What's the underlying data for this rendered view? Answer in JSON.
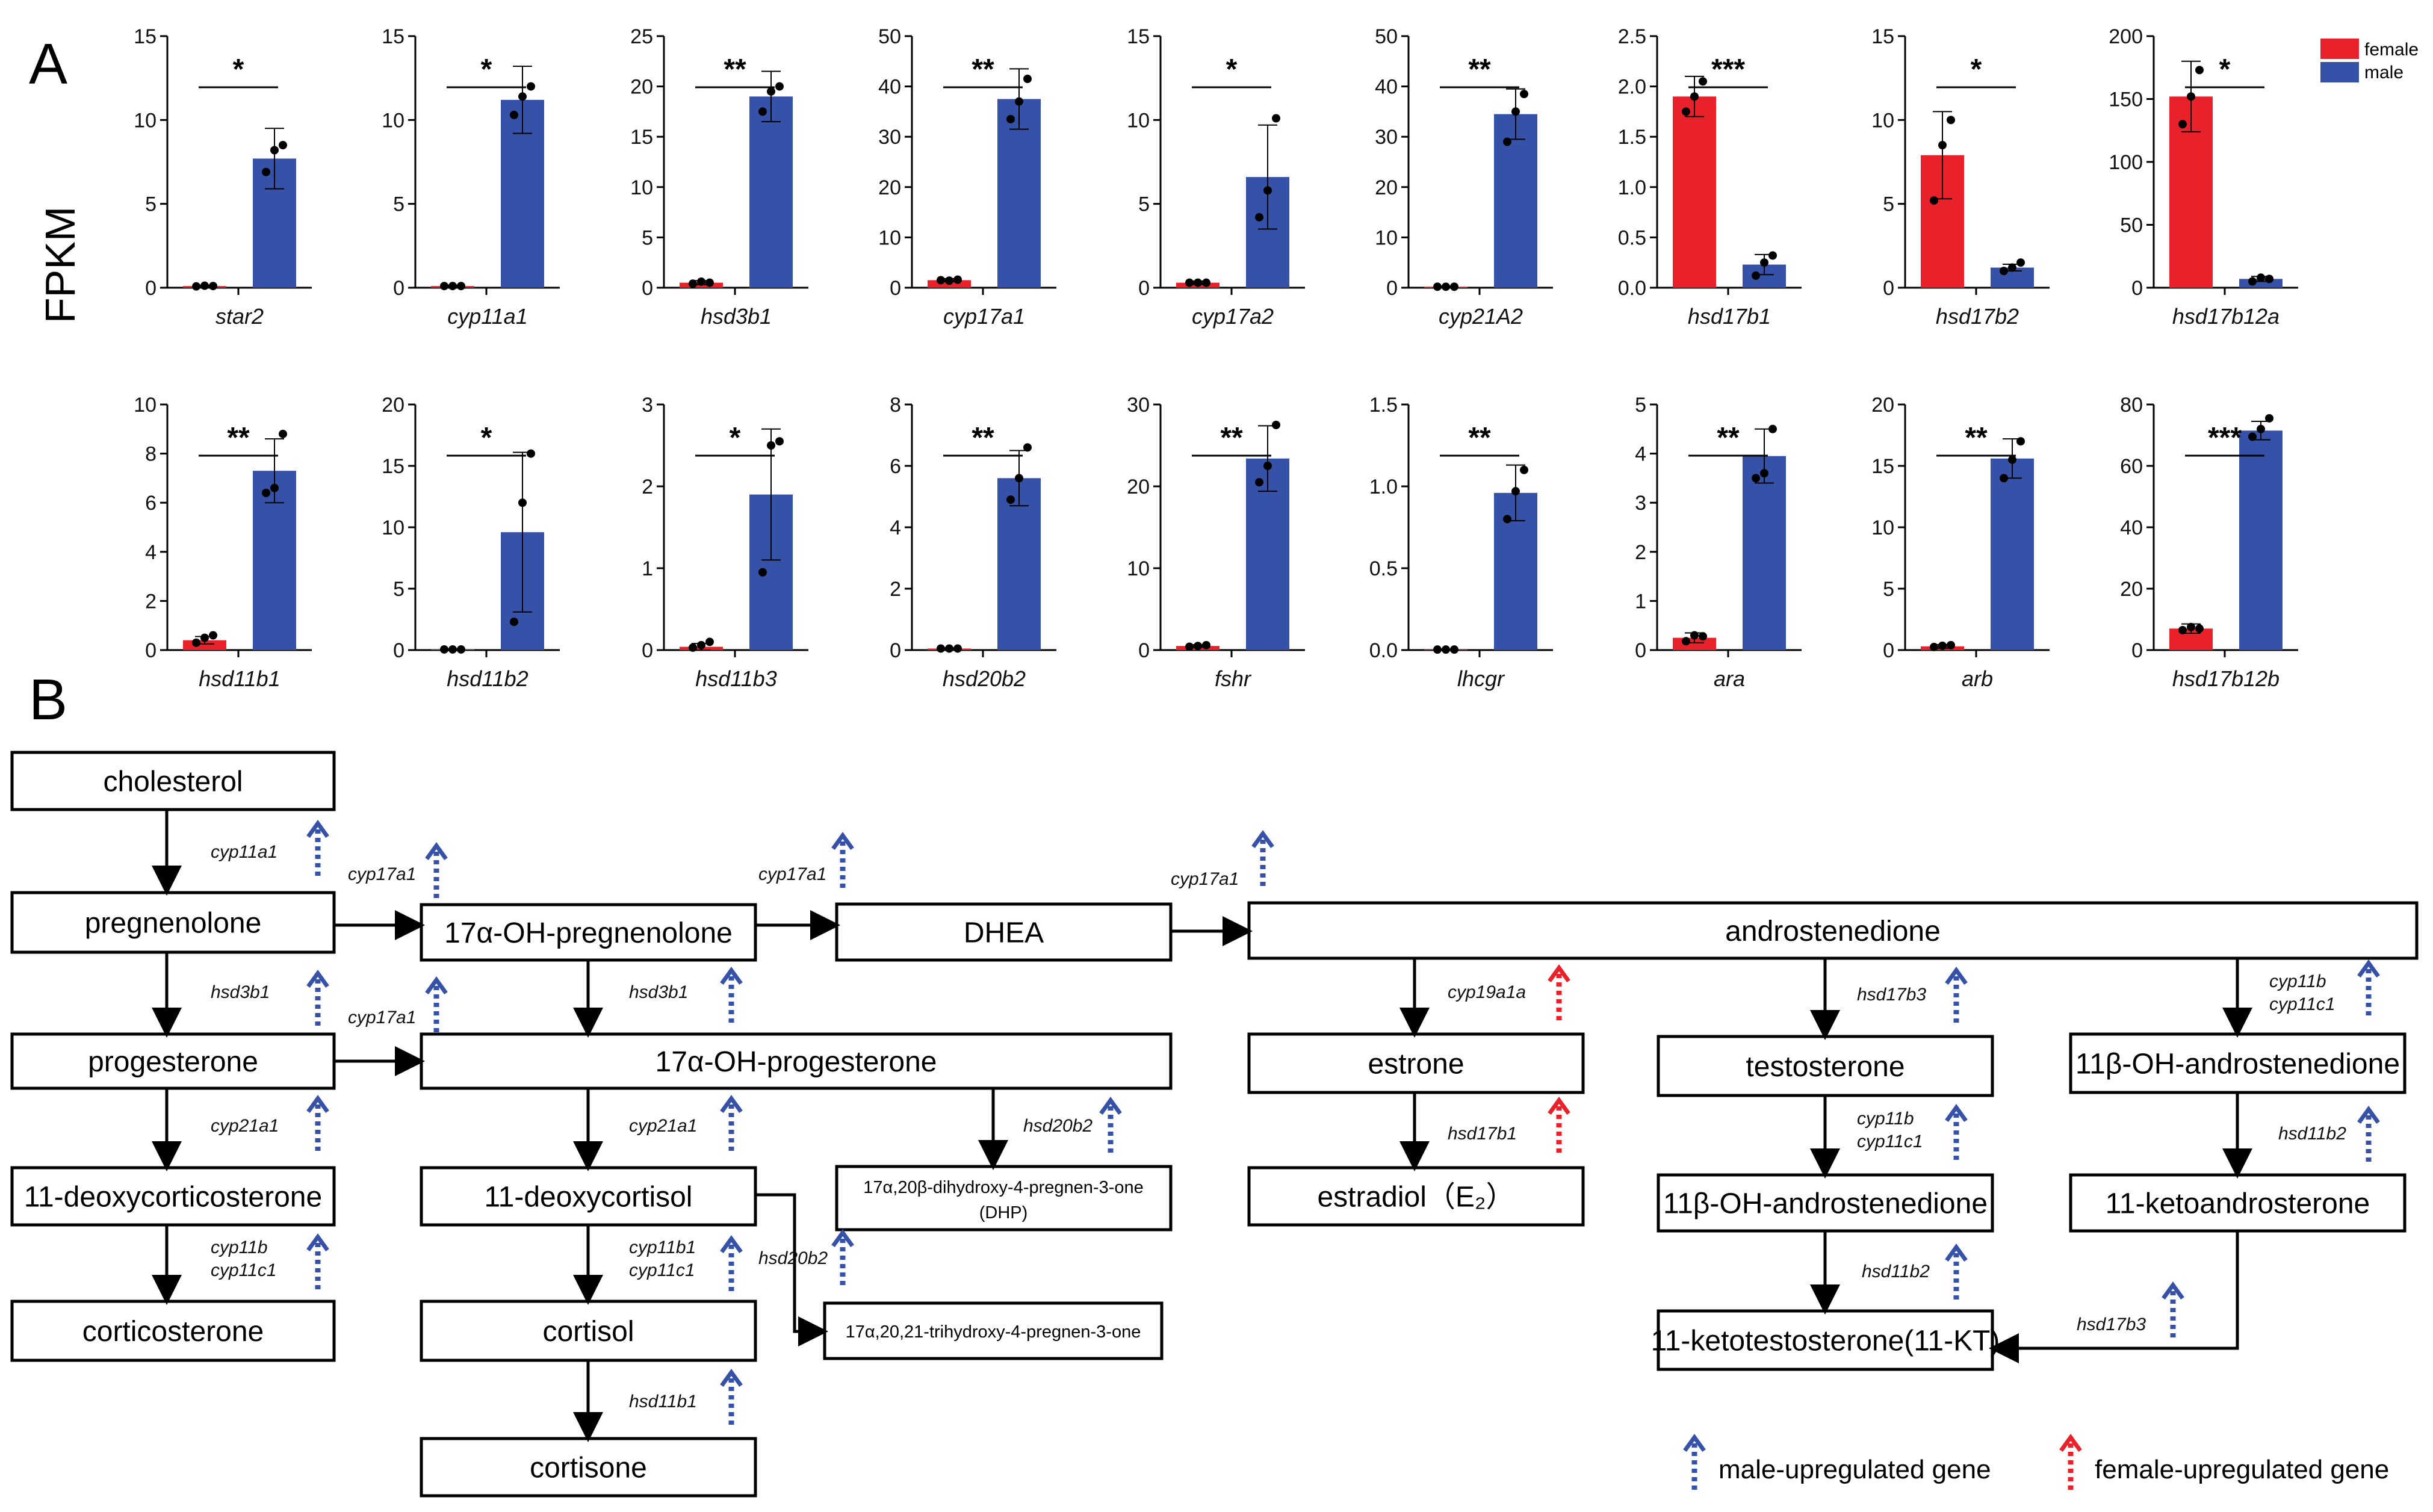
{
  "panel_a_label": "A",
  "panel_b_label": "B",
  "y_axis_label": "FPKM",
  "colors": {
    "female": "#e8212a",
    "male": "#3651a8",
    "dot": "#000000"
  },
  "legend": {
    "female": "female",
    "male": "male"
  },
  "chart_data": [
    {
      "type": "bar",
      "gene": "star2",
      "categories": [
        "female",
        "male"
      ],
      "values": [
        0.1,
        7.7
      ],
      "points": [
        [
          0.08,
          0.12,
          0.1
        ],
        [
          6.9,
          8.2,
          8.5
        ]
      ],
      "sd": [
        0.05,
        1.8
      ],
      "ylim": [
        0,
        15
      ],
      "yticks": [
        0,
        5,
        10,
        15
      ],
      "sig": "*"
    },
    {
      "type": "bar",
      "gene": "cyp11a1",
      "categories": [
        "female",
        "male"
      ],
      "values": [
        0.1,
        11.2
      ],
      "points": [
        [
          0.1,
          0.1,
          0.1
        ],
        [
          10.3,
          11.4,
          12.0
        ]
      ],
      "sd": [
        0.05,
        2.0
      ],
      "ylim": [
        0,
        15
      ],
      "yticks": [
        0,
        5,
        10,
        15
      ],
      "sig": "*"
    },
    {
      "type": "bar",
      "gene": "hsd3b1",
      "categories": [
        "female",
        "male"
      ],
      "values": [
        0.5,
        19.0
      ],
      "points": [
        [
          0.4,
          0.6,
          0.5
        ],
        [
          17.5,
          19.5,
          20.0
        ]
      ],
      "sd": [
        0.2,
        2.5
      ],
      "ylim": [
        0,
        25
      ],
      "yticks": [
        0,
        5,
        10,
        15,
        20,
        25
      ],
      "sig": "**"
    },
    {
      "type": "bar",
      "gene": "cyp17a1",
      "categories": [
        "female",
        "male"
      ],
      "values": [
        1.5,
        37.5
      ],
      "points": [
        [
          1.5,
          1.4,
          1.6
        ],
        [
          33.5,
          37.0,
          41.5
        ]
      ],
      "sd": [
        0.3,
        6.0
      ],
      "ylim": [
        0,
        50
      ],
      "yticks": [
        0,
        10,
        20,
        30,
        40,
        50
      ],
      "sig": "**"
    },
    {
      "type": "bar",
      "gene": "cyp17a2",
      "categories": [
        "female",
        "male"
      ],
      "values": [
        0.3,
        6.6
      ],
      "points": [
        [
          0.3,
          0.3,
          0.3
        ],
        [
          4.2,
          5.8,
          10.1
        ]
      ],
      "sd": [
        0.1,
        3.1
      ],
      "ylim": [
        0,
        15
      ],
      "yticks": [
        0,
        5,
        10,
        15
      ],
      "sig": "*"
    },
    {
      "type": "bar",
      "gene": "cyp21A2",
      "categories": [
        "female",
        "male"
      ],
      "values": [
        0.2,
        34.5
      ],
      "points": [
        [
          0.2,
          0.2,
          0.2
        ],
        [
          29.0,
          35.0,
          38.5
        ]
      ],
      "sd": [
        0.1,
        5.0
      ],
      "ylim": [
        0,
        50
      ],
      "yticks": [
        0,
        10,
        20,
        30,
        40,
        50
      ],
      "sig": "**"
    },
    {
      "type": "bar",
      "gene": "hsd17b1",
      "categories": [
        "female",
        "male"
      ],
      "values": [
        1.9,
        0.23
      ],
      "points": [
        [
          1.75,
          1.9,
          2.05
        ],
        [
          0.12,
          0.25,
          0.32
        ]
      ],
      "sd": [
        0.2,
        0.1
      ],
      "ylim": [
        0,
        2.5
      ],
      "yticks": [
        0.0,
        0.5,
        1.0,
        1.5,
        2.0,
        2.5
      ],
      "sig": "***"
    },
    {
      "type": "bar",
      "gene": "hsd17b2",
      "categories": [
        "female",
        "male"
      ],
      "values": [
        7.9,
        1.2
      ],
      "points": [
        [
          5.2,
          8.5,
          10.0
        ],
        [
          1.0,
          1.2,
          1.5
        ]
      ],
      "sd": [
        2.6,
        0.2
      ],
      "ylim": [
        0,
        15
      ],
      "yticks": [
        0,
        5,
        10,
        15
      ],
      "sig": "*"
    },
    {
      "type": "bar",
      "gene": "hsd17b12a",
      "categories": [
        "female",
        "male"
      ],
      "values": [
        152,
        7
      ],
      "points": [
        [
          130,
          152,
          173
        ],
        [
          5,
          8,
          7
        ]
      ],
      "sd": [
        28,
        2
      ],
      "ylim": [
        0,
        200
      ],
      "yticks": [
        0,
        50,
        100,
        150,
        200
      ],
      "sig": "*"
    },
    {
      "type": "bar",
      "gene": "hsd11b1",
      "categories": [
        "female",
        "male"
      ],
      "values": [
        0.4,
        7.3
      ],
      "points": [
        [
          0.3,
          0.5,
          0.6
        ],
        [
          6.4,
          6.6,
          8.8
        ]
      ],
      "sd": [
        0.15,
        1.3
      ],
      "ylim": [
        0,
        10
      ],
      "yticks": [
        0,
        2,
        4,
        6,
        8,
        10
      ],
      "sig": "**"
    },
    {
      "type": "bar",
      "gene": "hsd11b2",
      "categories": [
        "female",
        "male"
      ],
      "values": [
        0.05,
        9.6
      ],
      "points": [
        [
          0.05,
          0.05,
          0.05
        ],
        [
          2.3,
          12.0,
          16.0
        ]
      ],
      "sd": [
        0.02,
        6.5
      ],
      "ylim": [
        0,
        20
      ],
      "yticks": [
        0,
        5,
        10,
        15,
        20
      ],
      "sig": "*"
    },
    {
      "type": "bar",
      "gene": "hsd11b3",
      "categories": [
        "female",
        "male"
      ],
      "values": [
        0.04,
        1.9
      ],
      "points": [
        [
          0.03,
          0.06,
          0.1
        ],
        [
          0.95,
          2.5,
          2.55
        ]
      ],
      "sd": [
        0.04,
        0.8
      ],
      "ylim": [
        0,
        3
      ],
      "yticks": [
        0,
        1,
        2,
        3
      ],
      "sig": "*"
    },
    {
      "type": "bar",
      "gene": "hsd20b2",
      "categories": [
        "female",
        "male"
      ],
      "values": [
        0.05,
        5.6
      ],
      "points": [
        [
          0.05,
          0.05,
          0.05
        ],
        [
          4.9,
          5.6,
          6.6
        ]
      ],
      "sd": [
        0.02,
        0.9
      ],
      "ylim": [
        0,
        8
      ],
      "yticks": [
        0,
        2,
        4,
        6,
        8
      ],
      "sig": "**"
    },
    {
      "type": "bar",
      "gene": "fshr",
      "categories": [
        "female",
        "male"
      ],
      "values": [
        0.5,
        23.4
      ],
      "points": [
        [
          0.4,
          0.5,
          0.6
        ],
        [
          20.5,
          22.5,
          27.5
        ]
      ],
      "sd": [
        0.15,
        4.0
      ],
      "ylim": [
        0,
        30
      ],
      "yticks": [
        0,
        10,
        20,
        30
      ],
      "sig": "**"
    },
    {
      "type": "bar",
      "gene": "lhcgr",
      "categories": [
        "female",
        "male"
      ],
      "values": [
        0.003,
        0.96
      ],
      "points": [
        [
          0.003,
          0.003,
          0.003
        ],
        [
          0.8,
          0.97,
          1.1
        ]
      ],
      "sd": [
        0.001,
        0.17
      ],
      "ylim": [
        0,
        1.5
      ],
      "yticks": [
        0.0,
        0.5,
        1.0,
        1.5
      ],
      "sig": "**"
    },
    {
      "type": "bar",
      "gene": "ara",
      "categories": [
        "female",
        "male"
      ],
      "values": [
        0.25,
        3.95
      ],
      "points": [
        [
          0.18,
          0.3,
          0.28
        ],
        [
          3.5,
          3.6,
          4.5
        ]
      ],
      "sd": [
        0.1,
        0.55
      ],
      "ylim": [
        0,
        5
      ],
      "yticks": [
        0,
        1,
        2,
        3,
        4,
        5
      ],
      "sig": "**"
    },
    {
      "type": "bar",
      "gene": "arb",
      "categories": [
        "female",
        "male"
      ],
      "values": [
        0.3,
        15.6
      ],
      "points": [
        [
          0.25,
          0.35,
          0.4
        ],
        [
          14.0,
          15.5,
          17.0
        ]
      ],
      "sd": [
        0.15,
        1.6
      ],
      "ylim": [
        0,
        20
      ],
      "yticks": [
        0,
        5,
        10,
        15,
        20
      ],
      "sig": "**"
    },
    {
      "type": "bar",
      "gene": "hsd17b12b",
      "categories": [
        "female",
        "male"
      ],
      "values": [
        7.0,
        71.5
      ],
      "points": [
        [
          6.5,
          7.5,
          7.0
        ],
        [
          69.5,
          72.0,
          75.5
        ]
      ],
      "sd": [
        1.5,
        3.0
      ],
      "ylim": [
        0,
        80
      ],
      "yticks": [
        0,
        20,
        40,
        60,
        80
      ],
      "sig": "***"
    }
  ],
  "pathway": {
    "nodes": {
      "cholesterol": "cholesterol",
      "pregnenolone": "pregnenolone",
      "oh17_pregnenolone": "17α-OH-pregnenolone",
      "dhea": "DHEA",
      "androstenedione": "androstenedione",
      "progesterone": "progesterone",
      "oh17_progesterone": "17α-OH-progesterone",
      "deoxycorticosterone": "11-deoxycorticosterone",
      "deoxycortisol": "11-deoxycortisol",
      "dhp": "17α,20β-dihydroxy-4-pregnen-3-one",
      "dhp_abbr": "(DHP)",
      "trihydroxy": "17α,20,21-trihydroxy-4-pregnen-3-one",
      "corticosterone": "corticosterone",
      "cortisol": "cortisol",
      "cortisone": "cortisone",
      "estrone": "estrone",
      "estradiol": "estradiol（E₂）",
      "testosterone": "testosterone",
      "oh11_androstenedione_a": "11β-OH-androstenedione",
      "oh11_androstenedione_b": "11β-OH-androstenedione",
      "ketoandrosterone": "11-ketoandrosterone",
      "ketotestosterone": "11-ketotestosterone(11-KT)"
    },
    "enzymes": {
      "e1": "cyp11a1",
      "e2": "cyp17a1",
      "e3": "cyp17a1",
      "e4": "cyp17a1",
      "e5": "hsd3b1",
      "e6": "hsd3b1",
      "e7": "cyp17a1",
      "e8": "cyp19a1a",
      "e9": "hsd17b3",
      "e10a": "cyp11b",
      "e10b": "cyp11c1",
      "e11": "cyp21a1",
      "e12": "cyp21a1",
      "e13": "hsd20b2",
      "e14": "hsd17b1",
      "e15a": "cyp11b",
      "e15b": "cyp11c1",
      "e16": "hsd11b2",
      "e17a": "cyp11b",
      "e17b": "cyp11c1",
      "e18a": "cyp11b1",
      "e18b": "cyp11c1",
      "e19": "hsd20b2",
      "e20": "hsd11b2",
      "e21": "hsd17b3",
      "e22": "hsd11b1"
    },
    "legend": {
      "male": "male-upregulated gene",
      "female": "female-upregulated gene"
    }
  }
}
